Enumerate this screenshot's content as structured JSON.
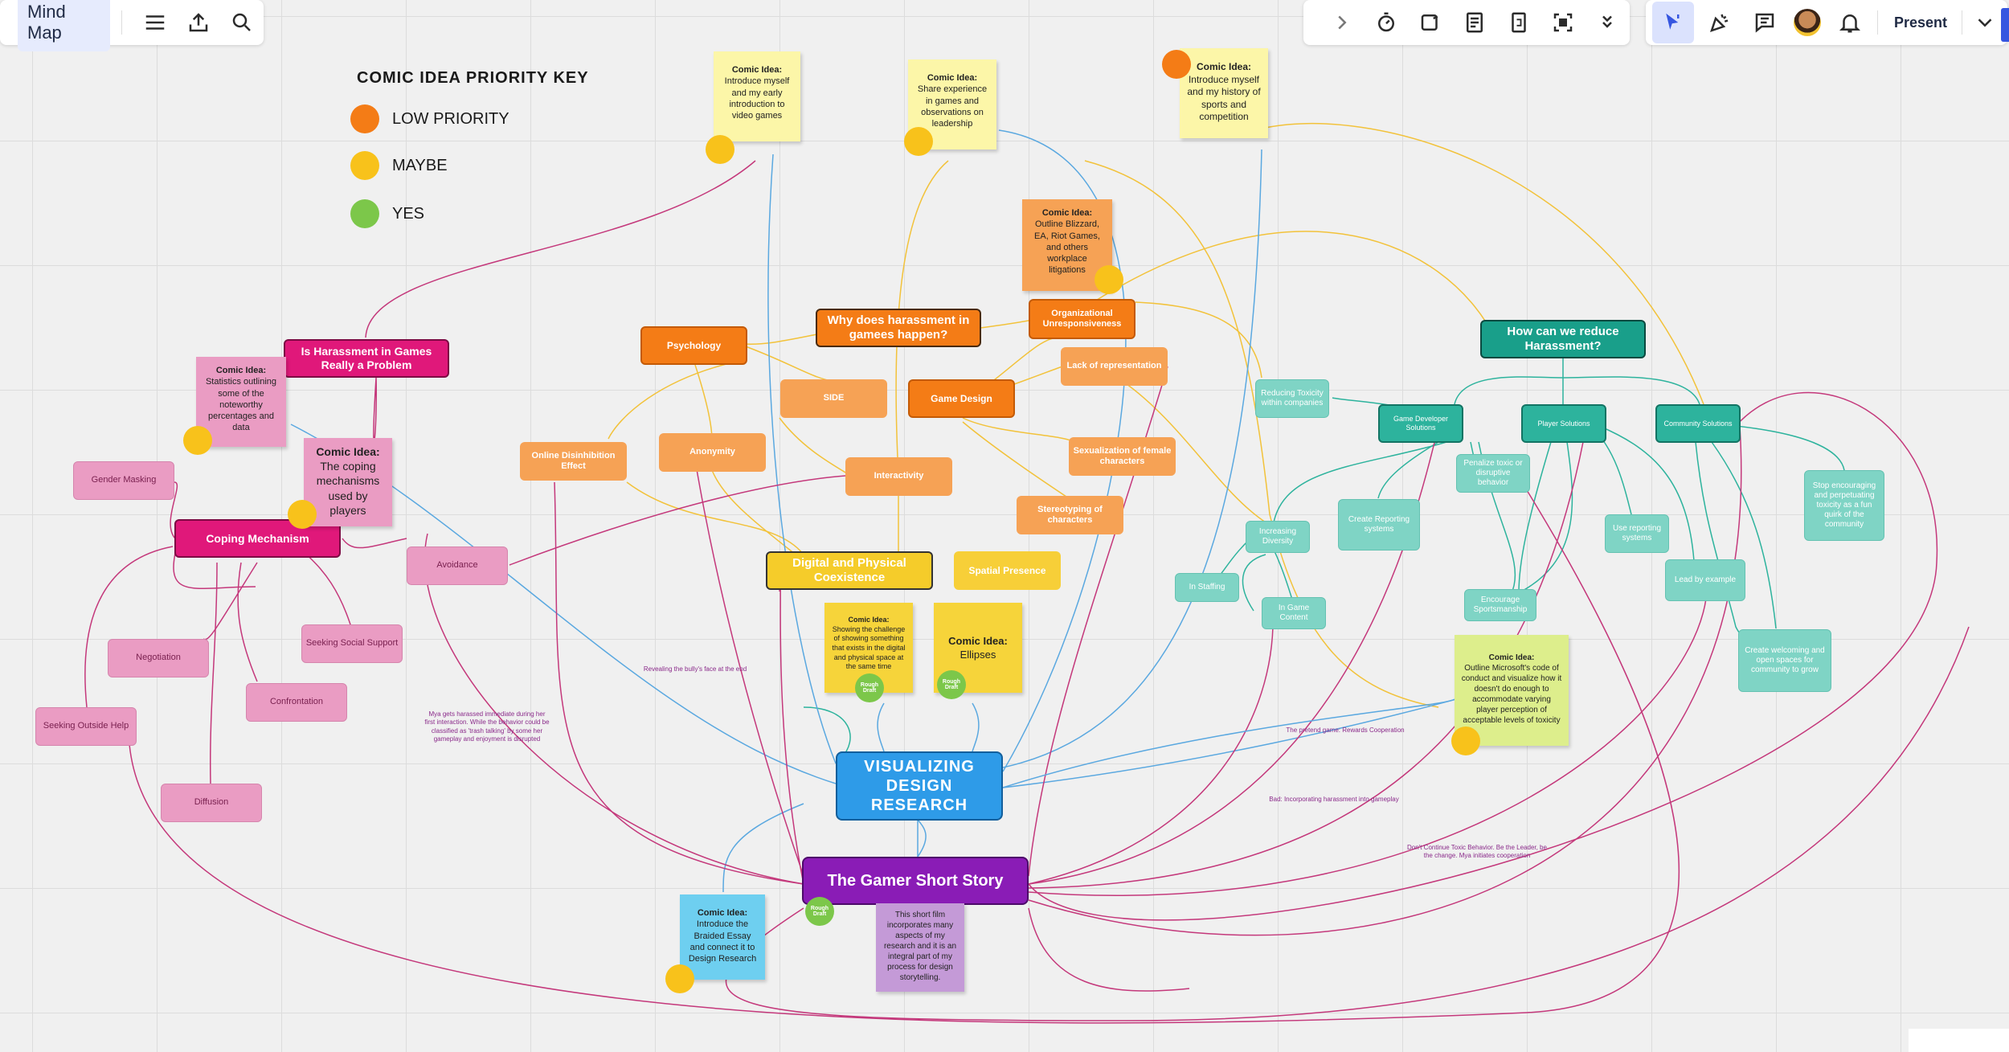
{
  "toolbar": {
    "title": "Mind Map",
    "present_label": "Present",
    "icons": [
      "menu-icon",
      "upload-icon",
      "search-icon",
      "chevron-right-icon",
      "timer-icon",
      "cards-icon",
      "notes-icon",
      "frame-icon",
      "focus-icon",
      "more-chevrons-icon",
      "select-cursor-icon",
      "reactions-icon",
      "comments-icon",
      "avatar",
      "bell-icon",
      "chevron-down-icon"
    ]
  },
  "legend": {
    "title": "COMIC IDEA PRIORITY KEY",
    "items": [
      {
        "label": "LOW PRIORITY",
        "color": "#f47c16"
      },
      {
        "label": "MAYBE",
        "color": "#f8c21b"
      },
      {
        "label": "YES",
        "color": "#7cc74a"
      }
    ]
  },
  "colors": {
    "orange": "#f47c16",
    "yellow": "#f8c21b",
    "green": "#7cc74a",
    "pink": "#e0187a",
    "teal": "#199f8a",
    "blue": "#2e9be8",
    "purple": "#8a1cb6"
  },
  "nodes": {
    "why_harassment": "Why does harassment in gamees happen?",
    "psychology": "Psychology",
    "side": "SIDE",
    "game_design": "Game Design",
    "org_unresponsiveness": "Organizational Unresponsiveness",
    "lack_representation": "Lack of representation",
    "sexualization": "Sexualization of female characters",
    "stereotyping": "Stereotyping of characters",
    "online_disinhibition": "Online Disinhibition Effect",
    "anonymity": "Anonymity",
    "interactivity": "Interactivity",
    "digital_physical": "Digital and Physical Coexistence",
    "spatial_presence": "Spatial Presence",
    "is_harassment_problem": "Is Harassment in Games Really a Problem",
    "coping_mechanism": "Coping Mechanism",
    "gender_masking": "Gender Masking",
    "avoidance": "Avoidance",
    "negotiation": "Negotiation",
    "seeking_social_support": "Seeking Social Support",
    "confrontation": "Confrontation",
    "seeking_outside_help": "Seeking Outside Help",
    "diffusion": "Diffusion",
    "reduce_harassment": "How can we reduce Harassment?",
    "game_dev_solutions": "Game Developer Solutions",
    "player_solutions": "Player Solutions",
    "community_solutions": "Community Solutions",
    "reducing_toxicity": "Reducing Toxicity within companies",
    "penalize_toxic": "Penalize toxic or disruptive behavior",
    "increasing_diversity": "Increasing Diversity",
    "create_reporting": "Create Reporting systems",
    "use_reporting": "Use reporting systems",
    "stop_encouraging": "Stop encouraging and perpetuating toxicity as a fun quirk of the community",
    "in_staffing": "In Staffing",
    "in_game_content": "In Game Content",
    "encourage_sportsmanship": "Encourage Sportsmanship",
    "lead_by_example": "Lead by example",
    "create_welcoming": "Create welcoming and open spaces for community to grow",
    "visualizing": "VISUALIZING DESIGN RESEARCH",
    "gamer_story": "The Gamer Short Story"
  },
  "stickies": {
    "s1": {
      "head": "Comic Idea:",
      "body": "Introduce myself and my early introduction to video games"
    },
    "s2": {
      "head": "Comic Idea:",
      "body": "Share experience in games and observations on leadership"
    },
    "s3": {
      "head": "Comic Idea:",
      "body": "Introduce myself and my history of sports and competition"
    },
    "s4": {
      "head": "Comic Idea:",
      "body": "Outline Blizzard, EA, Riot Games, and others workplace litigations"
    },
    "s5": {
      "head": "Comic Idea:",
      "body": "Statistics outlining some of the noteworthy percentages and data"
    },
    "s6": {
      "head": "Comic Idea:",
      "body": "The coping mechanisms used by players"
    },
    "s7": {
      "head": "Comic Idea:",
      "body": "Showing the challenge of showing something that exists in the digital and physical space at the same time"
    },
    "s8": {
      "head": "Comic Idea:",
      "body": "Ellipses"
    },
    "s9": {
      "head": "Comic Idea:",
      "body": "Outline Microsoft's code of conduct and visualize how it doesn't do enough to accommodate varying player perception of acceptable levels of toxicity"
    },
    "s10": {
      "head": "Comic Idea:",
      "body": "Introduce the Braided Essay and connect it to Design Research"
    },
    "s11": {
      "head": "",
      "body": "This short film incorporates many aspects of my research and it is an integral part of my process for design storytelling."
    }
  },
  "rough_draft": "Rough Draft",
  "annotations": {
    "a1": "Revealing the bully's face at the end",
    "a2": "Mya gets harassed immediate during her first interaction. While the behavior could be classified as 'trash talking' by some her gameplay and enjoyment is disrupted",
    "a3": "The pretend game: Rewards Cooperation",
    "a4": "Bad: Incorporating harassment into gameplay",
    "a5": "Don't Continue Toxic Behavior. Be the Leader, be the change. Mya initiates cooperation"
  }
}
